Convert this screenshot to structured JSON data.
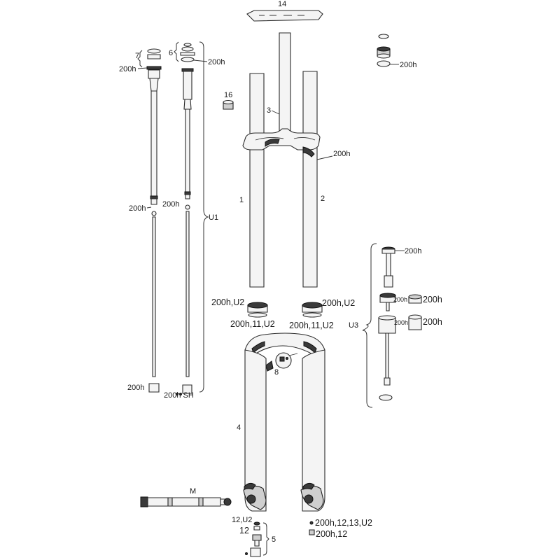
{
  "labels": {
    "p14": "14",
    "p16": "16",
    "p3": "3",
    "p1": "1",
    "p2": "2",
    "p4": "4",
    "p5": "5",
    "p6": "6",
    "p7": "7",
    "p8": "8",
    "pM": "M",
    "u1": "U1",
    "u3": "U3",
    "g200h_top_right": "200h",
    "g200h_7": "200h",
    "g200h_6": "200h",
    "g200h_crown": "200h",
    "g200h_mid_left": "200h",
    "g200h_mid_right": "200h",
    "g200h_bottom_left": "200h",
    "g200h_sh": "200h SH",
    "g200h_u3_top": "200h",
    "g200h_u3_a": "200h",
    "g200h_u3_b": "200h",
    "g200h_u3_c": "200h",
    "g200h_u3_d": "200h",
    "seal_left": "200h,U2",
    "seal_right": "200h,U2",
    "foam_left": "200h,11,U2",
    "foam_right": "200h,11,U2",
    "axle_bolt_right": "200h,12,13,U2",
    "bolt_right": "200h,12",
    "bolt_left_a": "12,U2",
    "bolt_left_b": "12"
  }
}
